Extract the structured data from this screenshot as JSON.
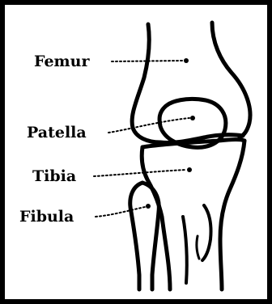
{
  "colors": {
    "ink": "#000000",
    "background": "#ffffff"
  },
  "labels": {
    "femur": "Femur",
    "patella": "Patella",
    "tibia": "Tibia",
    "fibula": "Fibula"
  }
}
